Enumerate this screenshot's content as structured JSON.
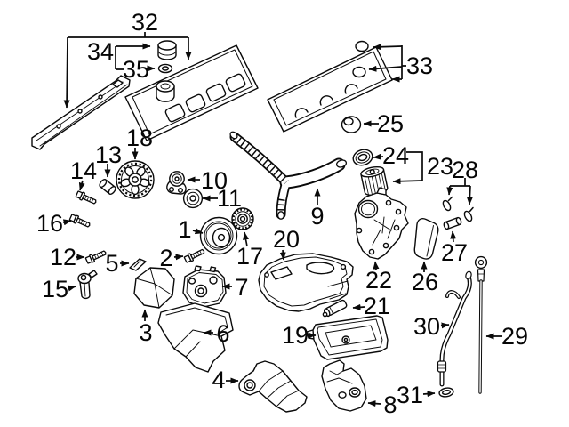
{
  "figure": {
    "colors": {
      "background": "#ffffff",
      "line": "#0a0a0a",
      "text": "#060606"
    },
    "callouts": [
      {
        "label": "1"
      },
      {
        "label": "2"
      },
      {
        "label": "3"
      },
      {
        "label": "4"
      },
      {
        "label": "5"
      },
      {
        "label": "6"
      },
      {
        "label": "7"
      },
      {
        "label": "8"
      },
      {
        "label": "9"
      },
      {
        "label": "10"
      },
      {
        "label": "11"
      },
      {
        "label": "12"
      },
      {
        "label": "13"
      },
      {
        "label": "14"
      },
      {
        "label": "15"
      },
      {
        "label": "16"
      },
      {
        "label": "17"
      },
      {
        "label": "18"
      },
      {
        "label": "19"
      },
      {
        "label": "20"
      },
      {
        "label": "21"
      },
      {
        "label": "22"
      },
      {
        "label": "23"
      },
      {
        "label": "24"
      },
      {
        "label": "25"
      },
      {
        "label": "26"
      },
      {
        "label": "27"
      },
      {
        "label": "28"
      },
      {
        "label": "29"
      },
      {
        "label": "30"
      },
      {
        "label": "31"
      },
      {
        "label": "32"
      },
      {
        "label": "33"
      },
      {
        "label": "34"
      },
      {
        "label": "35"
      }
    ]
  }
}
